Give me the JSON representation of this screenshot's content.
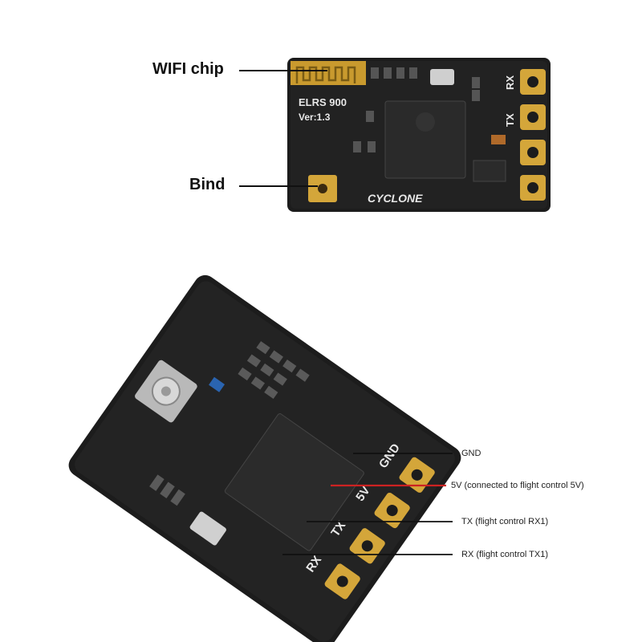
{
  "top_board": {
    "brand_line": "ELRS 900",
    "version_line": "Ver:1.3",
    "logo_text": "CYCLONE",
    "pin_labels": [
      "RX",
      "TX"
    ],
    "callouts": {
      "wifi": "WIFI chip",
      "bind": "Bind"
    }
  },
  "bottom_board": {
    "pin_labels": [
      "GND",
      "5V",
      "TX",
      "RX"
    ],
    "callouts": {
      "gnd": "GND",
      "v5": "5V (connected to flight control 5V)",
      "tx": "TX (flight control RX1)",
      "rx": "RX (flight control TX1)"
    }
  },
  "colors": {
    "pcb": "#1c1c1c",
    "gold_pad": "#d4a63a",
    "silkscreen": "#e8e8e8",
    "red_wire": "#cc2222",
    "leader_line": "#111111"
  }
}
